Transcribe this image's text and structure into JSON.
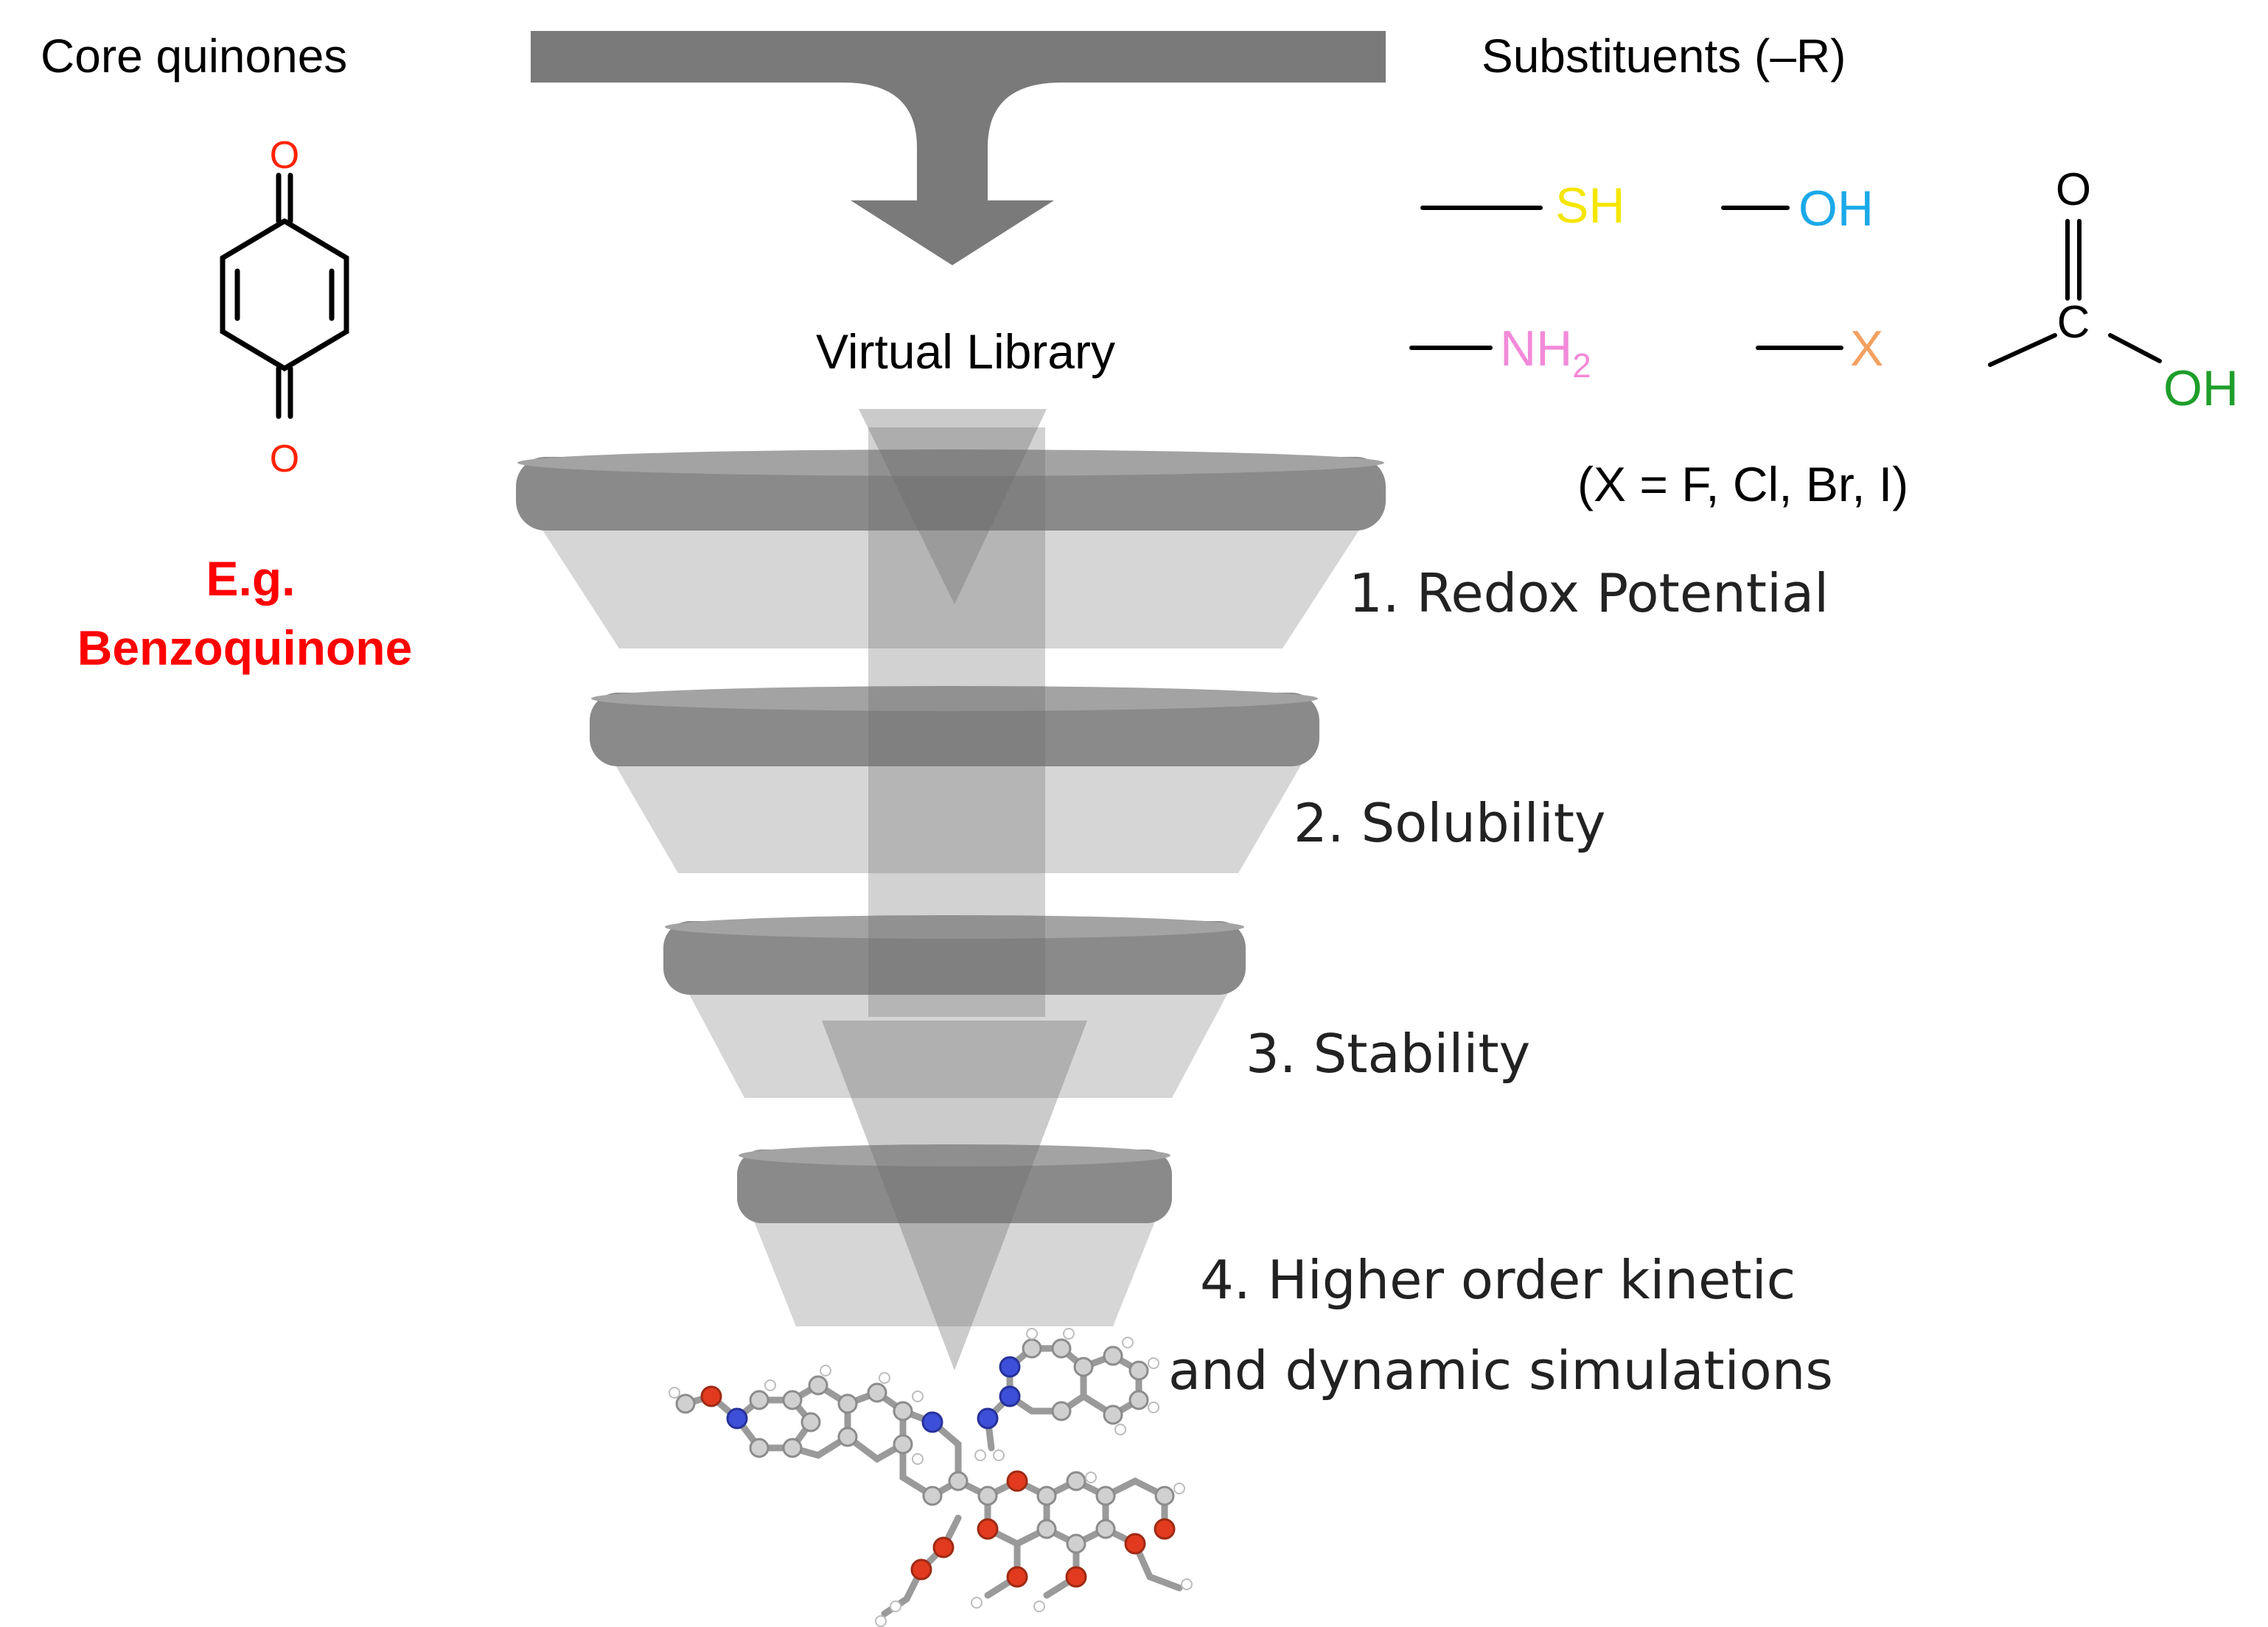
{
  "core": {
    "title": "Core quinones",
    "oxygen_top": "O",
    "oxygen_bottom": "O",
    "example_line1": "E.g.",
    "example_line2": "Benzoquinone"
  },
  "library": {
    "label": "Virtual Library"
  },
  "substituents": {
    "title": "Substituents (–R)",
    "sh": "SH",
    "oh": "OH",
    "nh": "NH",
    "nh_sub": "2",
    "x": "X",
    "cooh_o": "O",
    "cooh_c": "C",
    "cooh_oh": "OH",
    "halogen_note": "(X = F, Cl, Br, I)"
  },
  "filters": [
    {
      "label": "1. Redox Potential"
    },
    {
      "label": "2. Solubility"
    },
    {
      "label": "3. Stability"
    },
    {
      "label": "4. Higher order kinetic",
      "label2": "and dynamic simulations"
    }
  ],
  "colors": {
    "oxygen": "#ff2200",
    "example": "#ff0000",
    "sh": "#f5e600",
    "oh": "#1aa9e8",
    "nh2": "#f28ad9",
    "x": "#f4a060",
    "cooh_oh": "#1e9e2a",
    "arrow": "#7a7a7a",
    "disc": "#8a8a8a",
    "funnel": "#d6d6d6"
  }
}
